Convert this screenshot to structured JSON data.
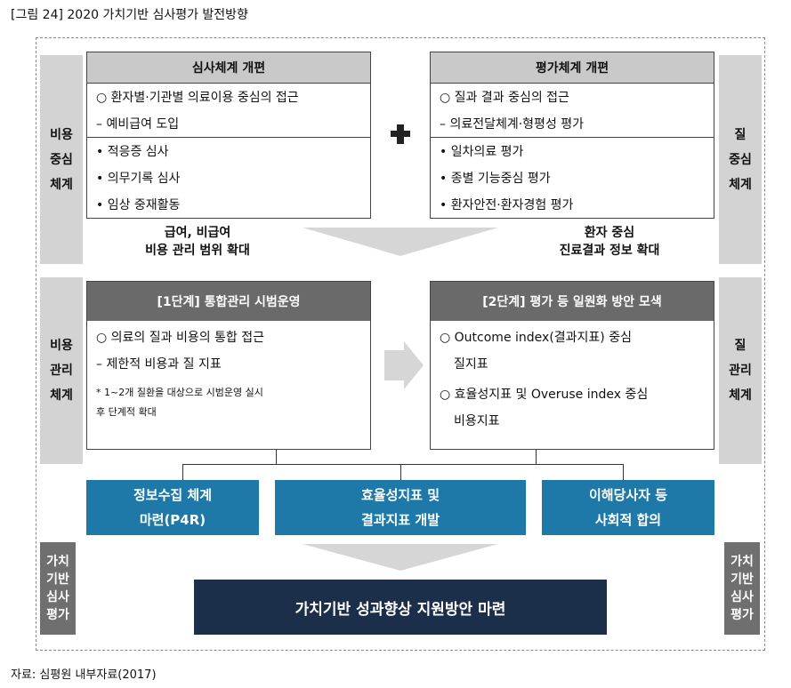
{
  "caption": "[그림 24] 2020 가치기반 심사평가 발전방향",
  "source": "자료: 심평원 내부자료(2017)",
  "side_labels": {
    "left_top": [
      "비용",
      "중심",
      "체계"
    ],
    "right_top": [
      "질",
      "중심",
      "체계"
    ],
    "left_mid": [
      "비용",
      "관리",
      "체계"
    ],
    "right_mid": [
      "질",
      "관리",
      "체계"
    ],
    "left_bottom": [
      "가치",
      "기반",
      "심사",
      "평가"
    ],
    "right_bottom": [
      "가치",
      "기반",
      "심사",
      "평가"
    ]
  },
  "review_box": {
    "title": "심사체계 개편",
    "lines": [
      "○ 환자별·기관별 의료이용 중심의 접근",
      "– 예비급여 도입",
      "• 적응증 심사",
      "• 의무기록 심사",
      "• 임상 중재활동"
    ],
    "footer": [
      "급여, 비급여",
      "비용 관리 범위 확대"
    ]
  },
  "eval_box": {
    "title": "평가체계 개편",
    "lines": [
      "○ 질과 결과 중심의 접근",
      "– 의료전달체계·형평성 평가",
      "• 일차의료 평가",
      "• 종별 기능중심 평가",
      "• 환자안전·환자경험 평가"
    ],
    "footer": [
      "환자 중심",
      "진료결과 정보 확대"
    ]
  },
  "stage1": {
    "title": "[1단계] 통합관리 시범운영",
    "lines": [
      "○ 의료의 질과 비용의 통합 접근",
      "– 제한적 비용과 질 지표",
      "* 1~2개 질환을 대상으로 시범운영 실시",
      "후 단계적 확대"
    ]
  },
  "stage2": {
    "title": "[2단계] 평가 등 일원화 방안 모색",
    "lines": [
      "○ Outcome index(결과지표) 중심",
      "질지표",
      "○ 효율성지표 및 Overuse index 중심",
      "비용지표"
    ]
  },
  "blue_boxes": [
    [
      "정보수집 체계",
      "마련(P4R)"
    ],
    [
      "효율성지표 및",
      "결과지표 개발"
    ],
    [
      "이해당사자 등",
      "사회적 합의"
    ]
  ],
  "final_box": "가치기반 성과향상 지원방안 마련",
  "colors": {
    "blue": "#1e79a9",
    "navy": "#1c2f4a",
    "dark_header": "#6a6a6a",
    "light_header": "#c9c9c9",
    "side_gray": "#d3d3d3"
  }
}
